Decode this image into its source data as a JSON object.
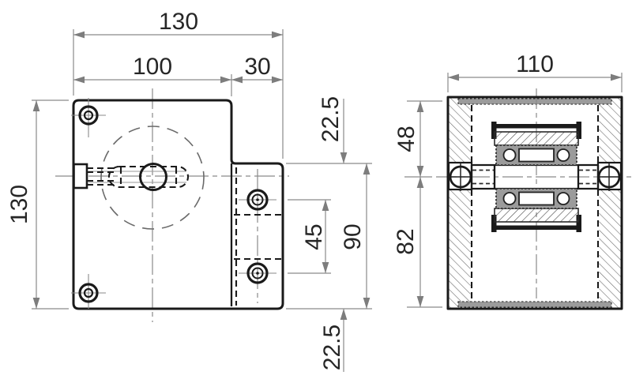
{
  "drawing": {
    "background": "#ffffff",
    "line_color": "#1a1a1a",
    "dim_color": "#8a8a8a",
    "hatch_color": "#6f6f6f",
    "gray_fill": "#9b9b9b",
    "front_view": {
      "dim_total_width": "130",
      "dim_main_width": "100",
      "dim_step_width": "30",
      "dim_total_height": "130",
      "dim_step_top_offset": "22.5",
      "dim_hole_pitch": "45",
      "dim_step_height": "90",
      "dim_bottom_offset": "22.5"
    },
    "side_view": {
      "dim_total_width": "110",
      "dim_top_to_axis": "48",
      "dim_axis_to_bottom": "82"
    }
  }
}
